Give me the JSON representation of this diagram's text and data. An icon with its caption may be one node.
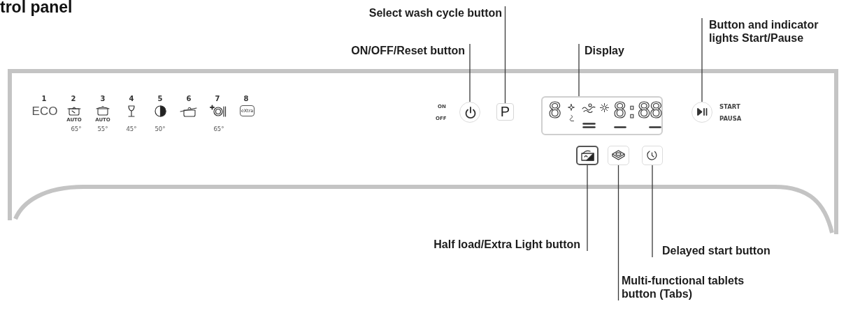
{
  "diagram": {
    "title": "trol panel",
    "nodes": [
      {
        "text": [
          "Select wash cycle button"
        ]
      },
      {
        "text": [
          "ON/OFF/Reset button"
        ]
      },
      {
        "text": [
          "Display"
        ]
      },
      {
        "text": [
          "Button and indicator lights Start/Pause"
        ]
      },
      {
        "text": [
          "eXtra"
        ]
      },
      {
        "text": [],
        "shape": "circle",
        "beside": [
          "ON",
          "OFF"
        ]
      },
      {
        "text": [
          "P"
        ]
      },
      {
        "text": [
          "8",
          "8:88"
        ]
      },
      {
        "text": [],
        "shape": "circle",
        "beside": [
          "START",
          "PAUSA"
        ]
      },
      {
        "text": [],
        "shape": "box"
      },
      {
        "text": [],
        "shape": "box"
      },
      {
        "text": [],
        "shape": "box"
      },
      {
        "text": [
          "Half load/Extra Light button"
        ]
      },
      {
        "text": [
          "Delayed start button"
        ]
      },
      {
        "text": [
          "Multi-functional tablets button (Tabs)"
        ]
      }
    ],
    "edges": [
      {
        "from": 0,
        "to": 6,
        "arrow": "none"
      },
      {
        "from": 1,
        "to": 5,
        "arrow": "none"
      },
      {
        "from": 2,
        "to": 7,
        "arrow": "none"
      },
      {
        "from": 3,
        "to": 8,
        "arrow": "none"
      },
      {
        "from": 12,
        "to": 9,
        "arrow": "none"
      },
      {
        "from": 14,
        "to": 10,
        "arrow": "none"
      },
      {
        "from": 13,
        "to": 11,
        "arrow": "none"
      }
    ],
    "labels": [
      "1",
      "2",
      "3",
      "4",
      "5",
      "6",
      "7",
      "8",
      "ECO",
      "AUTO",
      "AUTO",
      "65°",
      "55°",
      "45°",
      "50°",
      "65°"
    ]
  }
}
